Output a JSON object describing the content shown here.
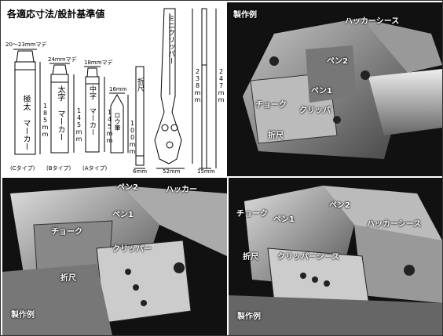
{
  "diagram": {
    "title": "各適応寸法/設計基準値",
    "markers": [
      {
        "width_label": "20〜23mmマデ",
        "name": "極太 マーカー",
        "type_label": "(Cタイプ)"
      },
      {
        "width_label": "24mmマデ",
        "name": "太字 マーカー",
        "type_label": "(Bタイプ)"
      },
      {
        "width_label": "18mmマデ",
        "name": "中字 マーカー",
        "type_label": "(Aタイプ)"
      }
    ],
    "crayon": {
      "width_label": "16mm",
      "name": "ロウ筆"
    },
    "dims": {
      "len_185": "185mm",
      "len_145a": "145mm",
      "len_145b": "145mm",
      "len_100": "100mm",
      "len_238": "238mm",
      "len_247": "247mm",
      "w_52": "52mm",
      "w_15": "15mm",
      "w_6": "6mm"
    },
    "clipper_label": "ミニクリッパー",
    "ruler_label": "折尺"
  },
  "photos": {
    "top_right": {
      "caption": "製作例",
      "labels": {
        "sheath": "ハッカーシース",
        "pen2": "ペン2",
        "pen1": "ペン1",
        "chalk": "チョーク",
        "clipper": "クリッパ",
        "ruler": "折尺"
      }
    },
    "bottom_left": {
      "caption": "製作例",
      "labels": {
        "pen2": "ペン2",
        "hacker": "ハッカー",
        "pen1": "ペン1",
        "chalk": "チョーク",
        "clipper": "クリッパー",
        "ruler": "折尺"
      }
    },
    "bottom_right": {
      "caption": "製作例",
      "labels": {
        "chalk": "チョーク",
        "pen1": "ペン1",
        "pen2": "ペン2",
        "sheath": "ハッカーシース",
        "ruler": "折尺",
        "clipper_sheath": "クリッパーシース"
      }
    }
  }
}
